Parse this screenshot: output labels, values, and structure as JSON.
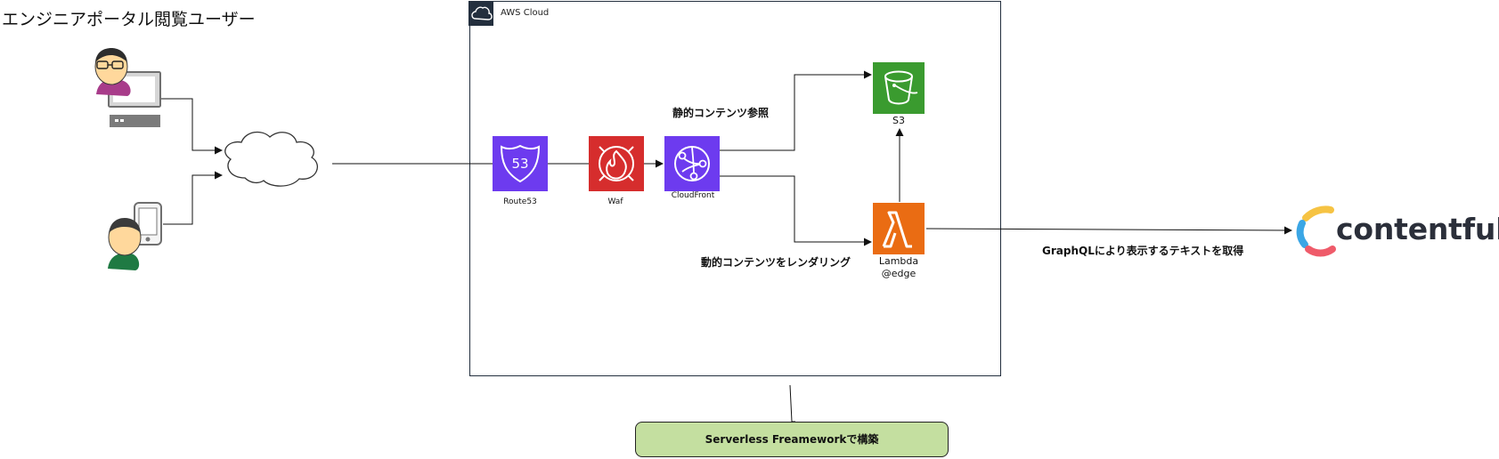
{
  "page": {
    "title": "エンジニアポータル閲覧ユーザー"
  },
  "aws": {
    "title": "AWS Cloud"
  },
  "services": [
    {
      "name": "Route53",
      "label": "Route53",
      "icon": "route53-icon"
    },
    {
      "name": "Waf",
      "label": "Waf",
      "icon": "waf-icon"
    },
    {
      "name": "CloudFront",
      "label": "CloudFront",
      "icon": "cloudfront-icon"
    },
    {
      "name": "S3",
      "label": "S3",
      "icon": "s3-icon"
    },
    {
      "name": "Lambda @edge",
      "label": "Lambda\n@edge",
      "icon": "lambda-icon"
    }
  ],
  "notes": {
    "static": "静的コンテンツ参照",
    "dynamic": "動的コンテンツをレンダリング",
    "graphql": "GraphQLにより表示するテキストを取得"
  },
  "callout": {
    "text": "Serverless Freameworkで構築"
  },
  "contentful": {
    "name": "contentful",
    "icon": "contentful-logo-icon"
  },
  "colors": {
    "aws_header": "#232F3E",
    "route53": "#6D3BEF",
    "waf": "#D62D2D",
    "cloudfront": "#6D3BEF",
    "s3": "#3A9B2F",
    "lambda": "#EA6C13",
    "callout_fill": "#C4DFA0",
    "contentful_yellow": "#F6C343",
    "contentful_blue": "#3BA6E5",
    "contentful_red": "#EF5B6A"
  }
}
